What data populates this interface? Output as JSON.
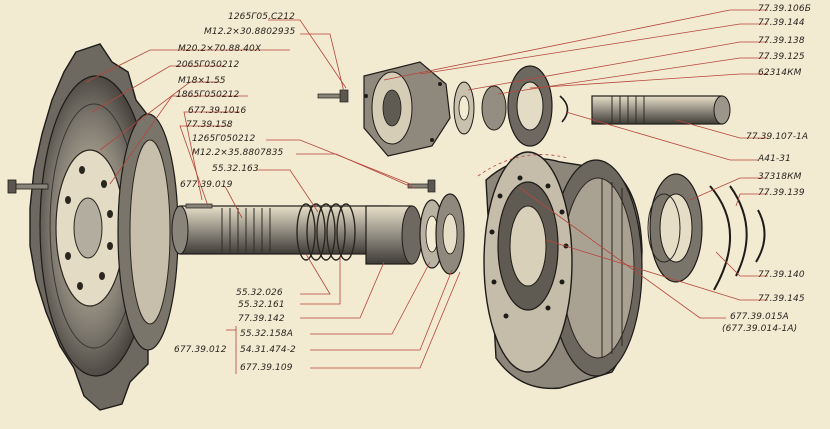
{
  "labels": {
    "top_left": {
      "l1": "1265Г05.С212",
      "l2": "М12.2×30.8802935",
      "l3": "М20.2×70.88.40Х",
      "l4": "2065Г050212",
      "l5": "М18×1.55",
      "l6": "1865Г050212",
      "l7": "677.39.1016",
      "l8": "77.39.158",
      "l9": "1265Г050212",
      "l10": "М12.2×35.8807835",
      "l11": "55.32.163",
      "l12": "677.39.019"
    },
    "top_right": {
      "r1": "77.39.106Б",
      "r2": "77.39.144",
      "r3": "77.39.138",
      "r4": "77.39.125",
      "r5": "62314КМ",
      "r6": "77.39.107-1А",
      "r7": "А41-31",
      "r8": "37318КМ",
      "r9": "77.39.139"
    },
    "bottom_right": {
      "b1": "77.39.140",
      "b2": "77.39.145",
      "b3": "677.39.015А",
      "b4": "(677.39.014-1А)"
    },
    "bottom_left": {
      "g1": "55.32.026",
      "g2": "55.32.161",
      "g3": "77.39.142",
      "g4": "55.32.158А",
      "g5": "54.31.474-2",
      "g6": "677.39.109",
      "group_label": "677.39.012"
    }
  },
  "colors": {
    "paper": "#f3ead2",
    "ink": "#2a2620",
    "leader": "#b5463a"
  }
}
